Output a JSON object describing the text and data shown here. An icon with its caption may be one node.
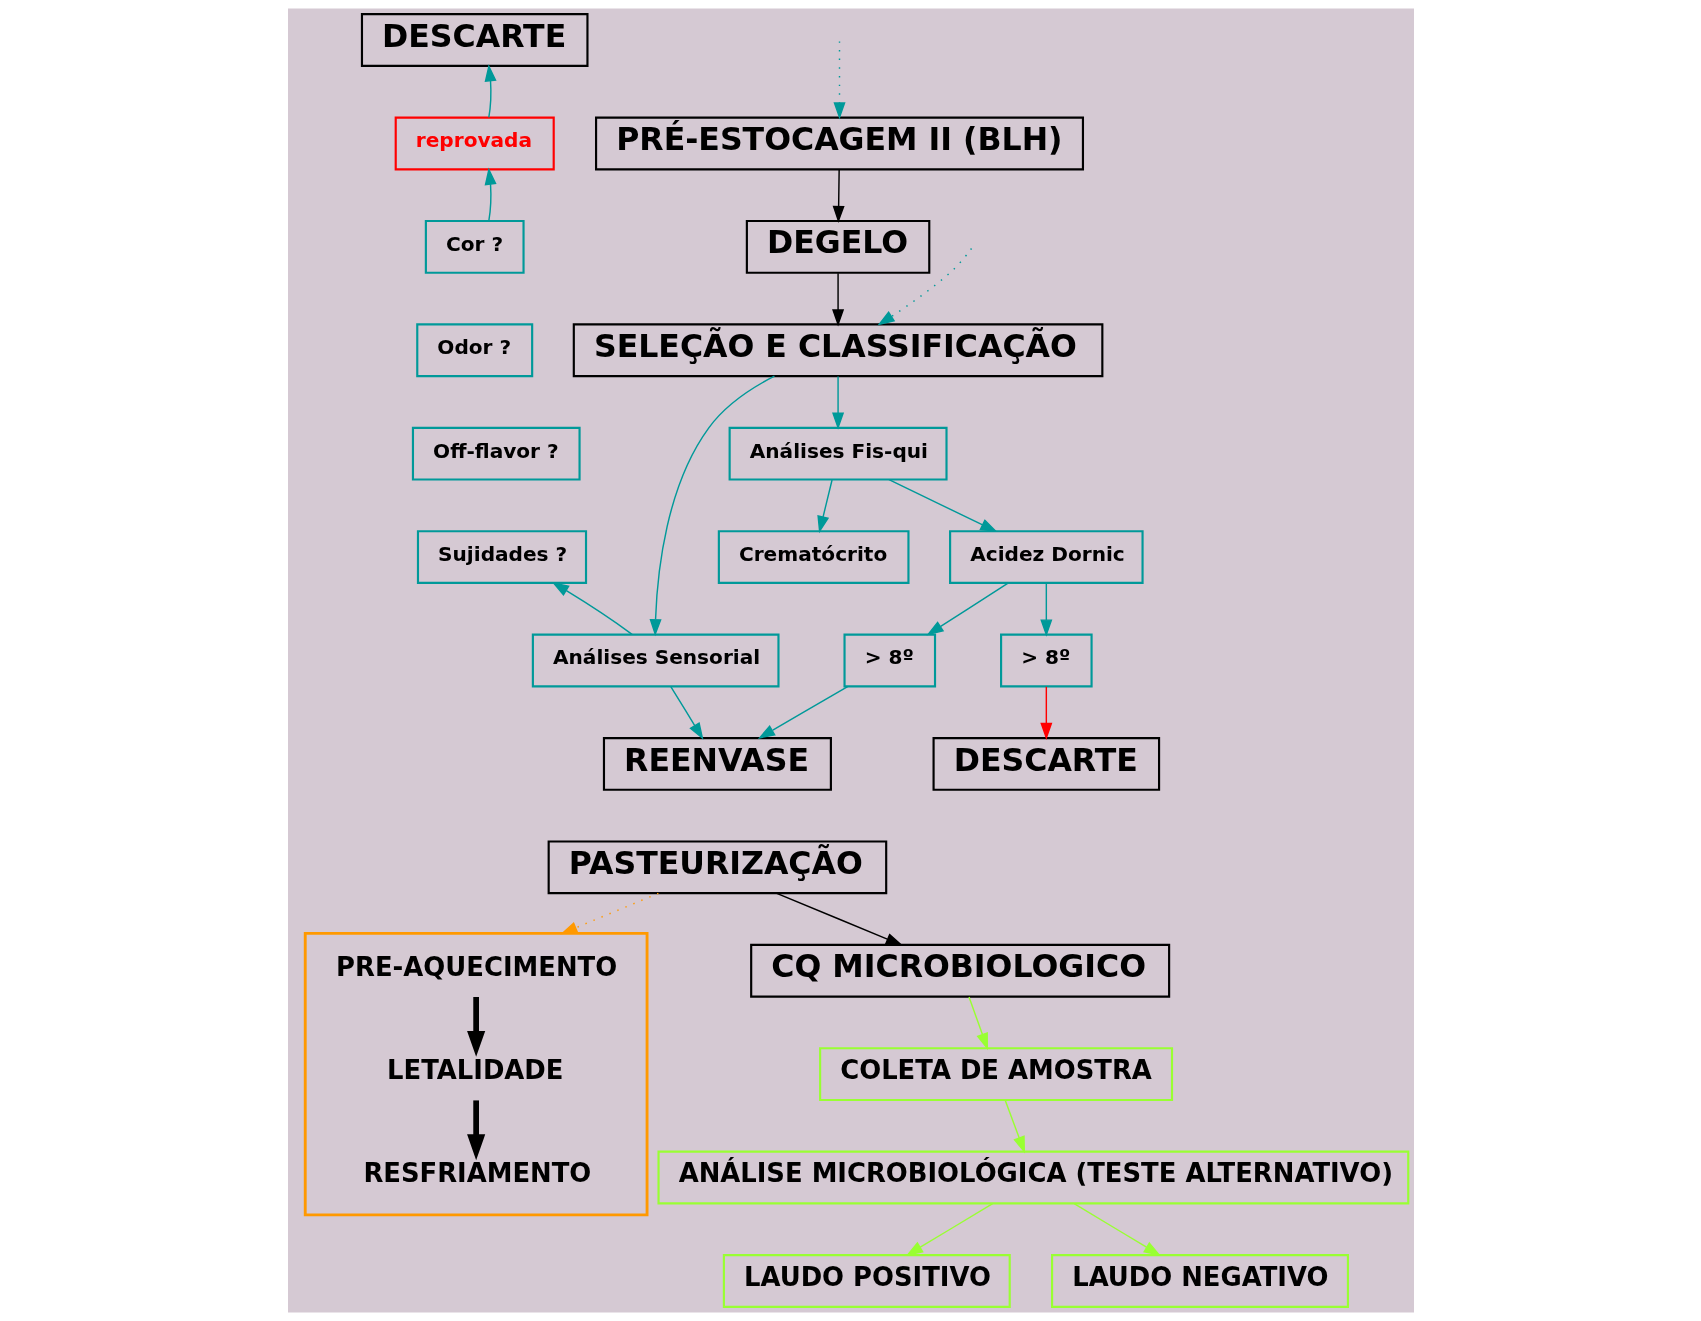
{
  "diagram": {
    "nodes": [
      {
        "text": [
          "DESCARTE"
        ]
      },
      {
        "text": [
          "reprovada"
        ]
      },
      {
        "text": [
          "Cor ?"
        ]
      },
      {
        "text": [
          "Odor ?"
        ]
      },
      {
        "text": [
          "Off-flavor ?"
        ]
      },
      {
        "text": [
          "Sujidades ?"
        ]
      },
      {
        "text": [
          "PRÉ-ESTOCAGEM II (BLH)"
        ]
      },
      {
        "text": [
          "DEGELO"
        ]
      },
      {
        "text": [
          "Análises Fis-qui"
        ]
      },
      {
        "text": [
          "SELEÇÃO E CLASSIFICAÇÃO"
        ]
      },
      {
        "text": [
          "Análises Sensorial"
        ]
      },
      {
        "text": [
          "Crematócrito"
        ]
      },
      {
        "text": [
          "Acidez Dornic"
        ]
      },
      {
        "text": [
          "> 8º"
        ]
      },
      {
        "text": [
          "REENVASE"
        ]
      },
      {
        "text": [
          "> 8º"
        ]
      },
      {
        "text": [
          "DESCARTE"
        ]
      },
      {
        "text": [
          "PASTEURIZAÇÃO"
        ]
      },
      {
        "text": [],
        "shape": "box"
      },
      {
        "text": [
          "PRE-AQUECIMENTO"
        ],
        "in": 18
      },
      {
        "text": [
          "LETALIDADE"
        ],
        "in": 18
      },
      {
        "text": [
          "RESFRIAMENTO"
        ],
        "in": 18
      },
      {
        "text": [
          "CQ MICROBIOLOGICO"
        ]
      },
      {
        "text": [
          "COLETA DE AMOSTRA"
        ]
      },
      {
        "text": [
          "ANÁLISE MICROBIOLÓGICA (TESTE ALTERNATIVO)"
        ]
      },
      {
        "text": [
          "LAUDO POSITIVO"
        ]
      },
      {
        "text": [
          "LAUDO NEGATIVO"
        ]
      }
    ],
    "edges": [
      {
        "from": 10,
        "to": 5,
        "arrow": "to"
      },
      {
        "from": 2,
        "to": 1,
        "arrow": "to"
      },
      {
        "from": 1,
        "to": 0,
        "arrow": "to"
      },
      {
        "from": 6,
        "to": 7,
        "arrow": "to",
        "color": "#000000"
      },
      {
        "from": 7,
        "to": 9,
        "arrow": "to",
        "color": "#000000"
      },
      {
        "from": 9,
        "to": 8,
        "arrow": "to"
      },
      {
        "from": 9,
        "to": 10,
        "arrow": "to"
      },
      {
        "from": 8,
        "to": 11,
        "arrow": "to"
      },
      {
        "from": 8,
        "to": 12,
        "arrow": "to"
      },
      {
        "from": 12,
        "to": 13,
        "arrow": "to"
      },
      {
        "from": 13,
        "to": 14,
        "arrow": "to"
      },
      {
        "from": 10,
        "to": 14,
        "arrow": "to"
      },
      {
        "from": 12,
        "to": 15,
        "arrow": "to"
      },
      {
        "from": 15,
        "to": 16,
        "arrow": "to",
        "color": "#ff0000"
      },
      {
        "from": null,
        "to": 6,
        "arrow": "to",
        "style": "dashed"
      },
      {
        "from": null,
        "to": 9,
        "arrow": "to",
        "style": "dashed"
      },
      {
        "from": 17,
        "to": 18,
        "arrow": "to",
        "style": "dashed",
        "color": "#ff9900"
      },
      {
        "from": 19,
        "to": 20,
        "arrow": "to",
        "style": "thick",
        "color": "#000000"
      },
      {
        "from": 20,
        "to": 21,
        "arrow": "to",
        "style": "thick",
        "color": "#000000"
      },
      {
        "from": 17,
        "to": 22,
        "arrow": "to",
        "color": "#000000"
      },
      {
        "from": 22,
        "to": 23,
        "arrow": "to",
        "color": "#99ff33"
      },
      {
        "from": 23,
        "to": 24,
        "arrow": "to",
        "color": "#99ff33"
      },
      {
        "from": 24,
        "to": 25,
        "arrow": "to",
        "color": "#99ff33"
      },
      {
        "from": 24,
        "to": 26,
        "arrow": "to",
        "color": "#99ff33"
      }
    ]
  }
}
